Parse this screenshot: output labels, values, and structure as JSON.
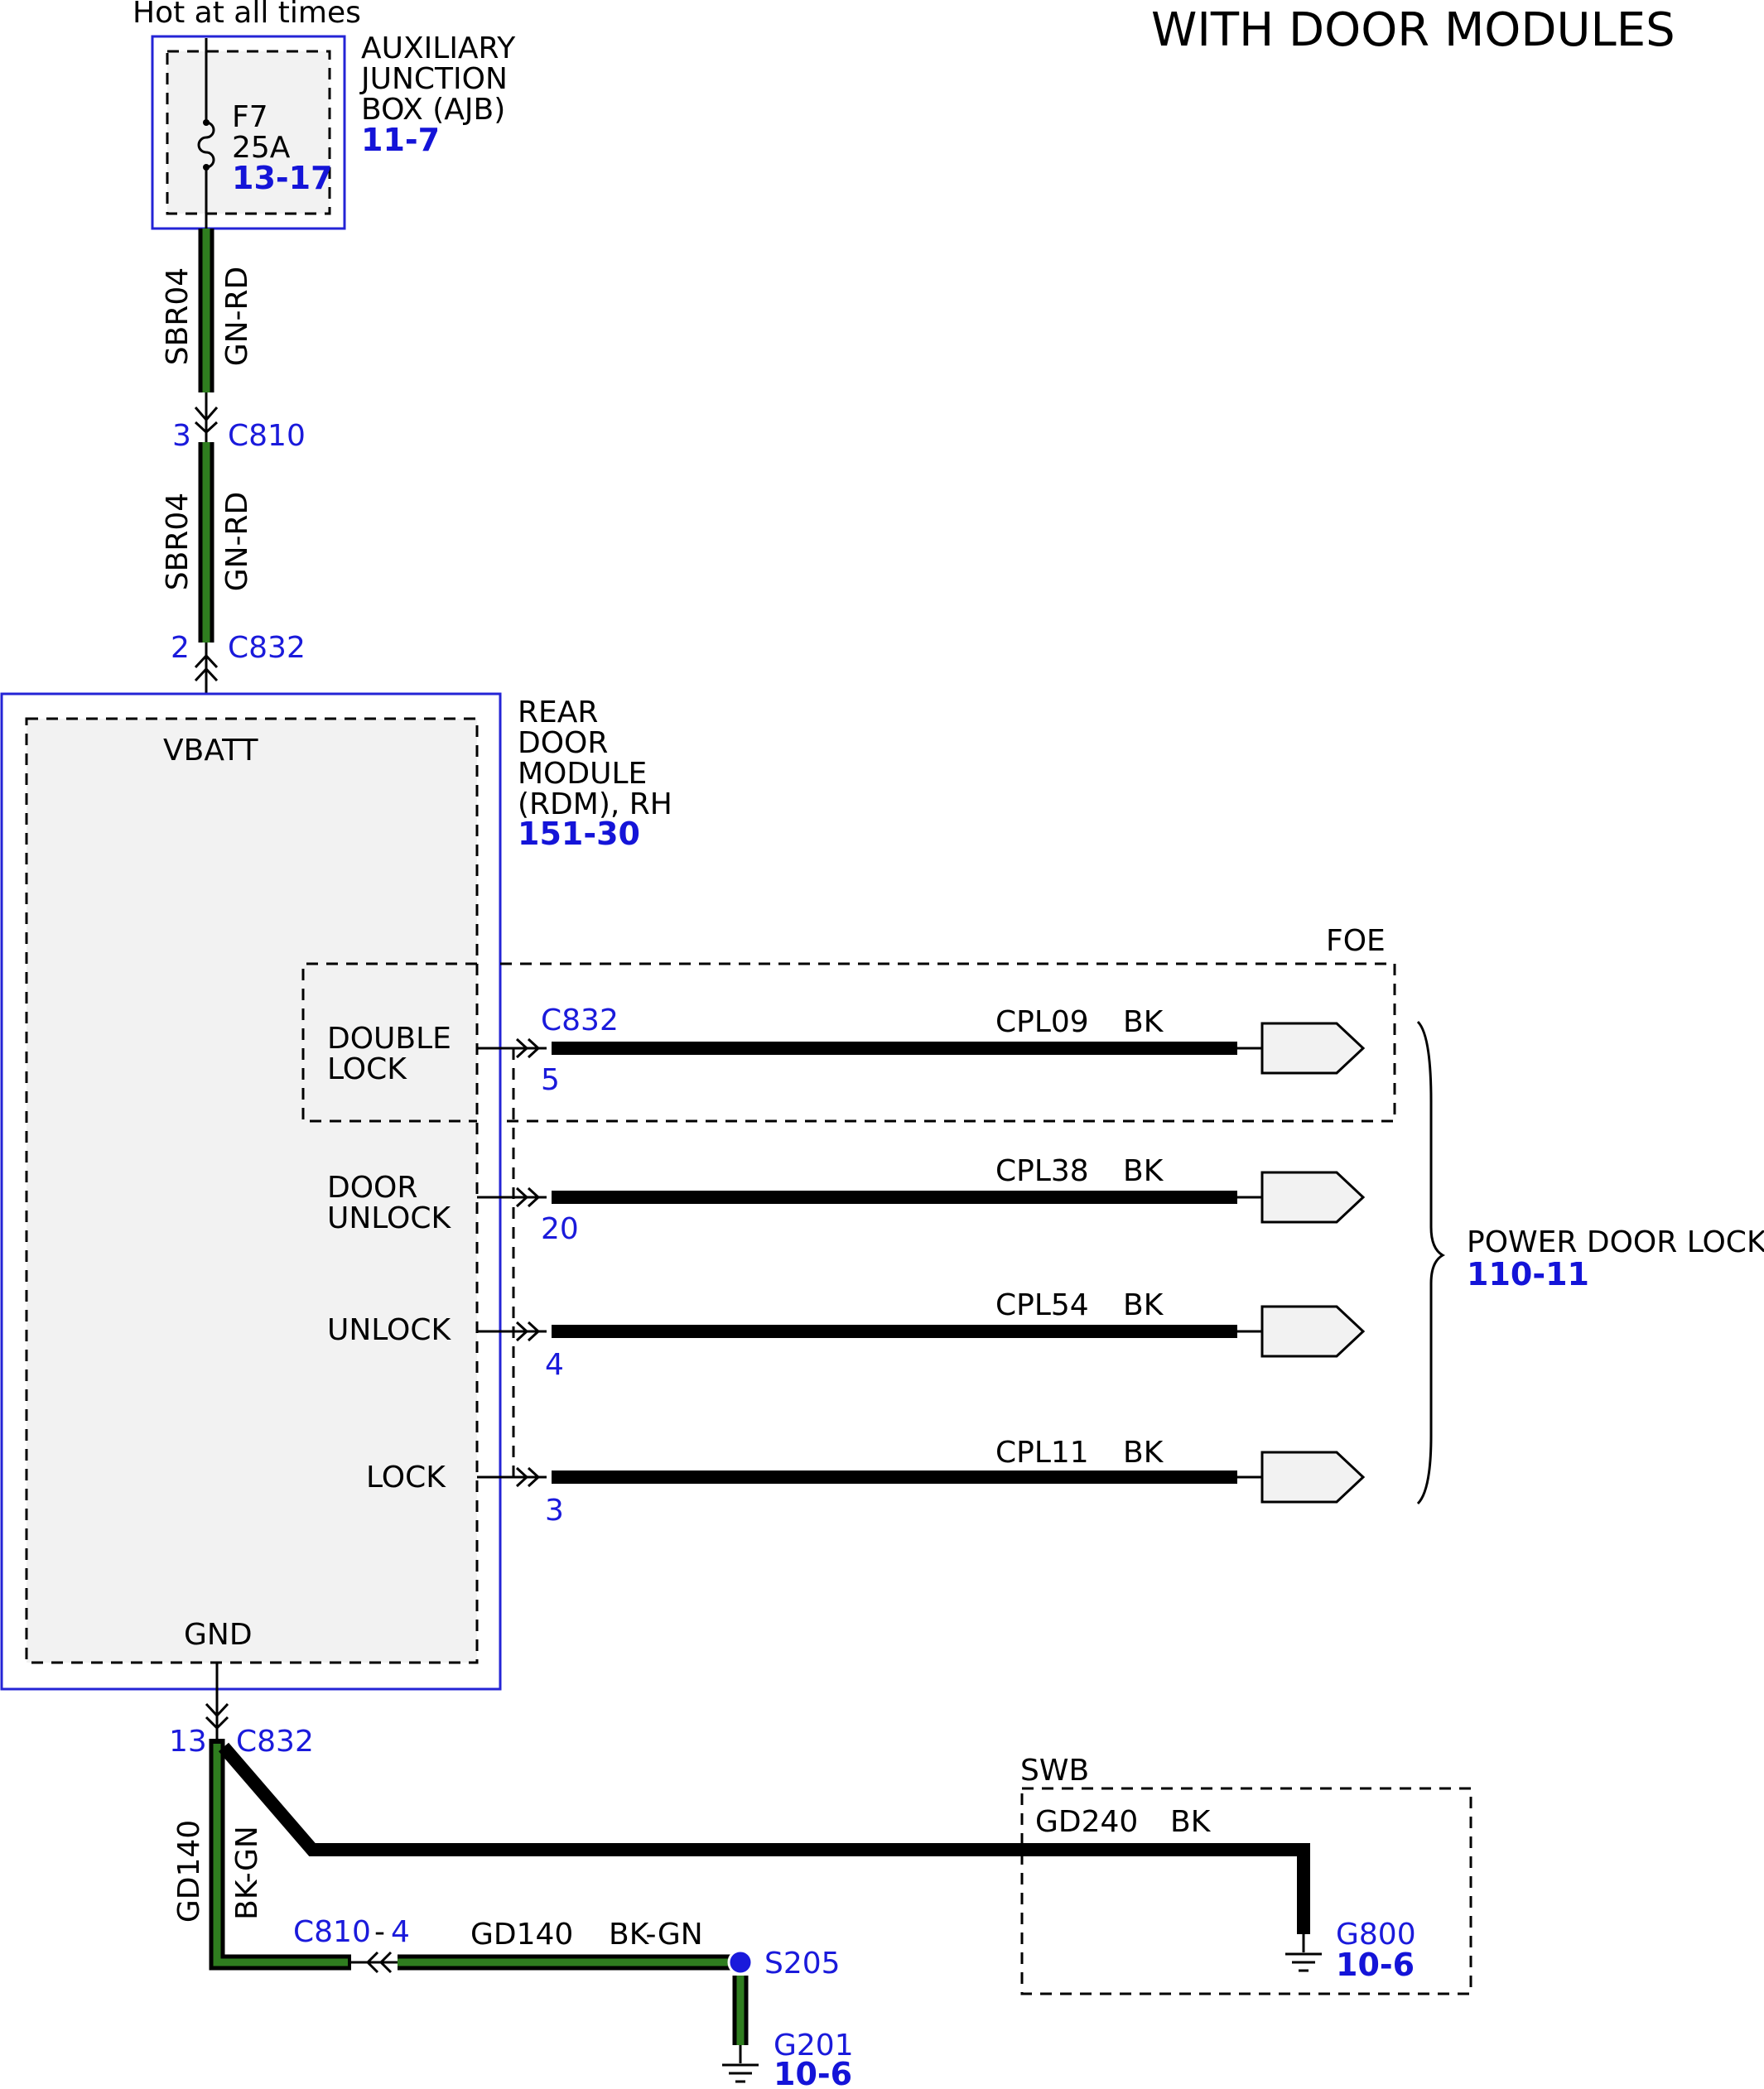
{
  "title": "WITH DOOR MODULES",
  "power_source": "Hot at all times",
  "ajb": {
    "name_lines": [
      "AUXILIARY",
      "JUNCTION",
      "BOX (AJB)"
    ],
    "ref": "11-7",
    "fuse": {
      "id": "F7",
      "rating": "25A",
      "ref": "13-17"
    }
  },
  "feed_wire": {
    "circuit": "SBR04",
    "color": "GN-RD"
  },
  "connectors": {
    "c810_top": {
      "pin": "3",
      "name": "C810"
    },
    "c832_top": {
      "pin": "2",
      "name": "C832"
    },
    "c832_gnd": {
      "pin": "13",
      "name": "C832"
    },
    "c810_gnd": {
      "name": "C810",
      "pin": "4",
      "separator": "-"
    }
  },
  "module": {
    "name_lines": [
      "REAR",
      "DOOR",
      "MODULE",
      "(RDM), RH"
    ],
    "ref": "151-30",
    "vbatt": "VBATT",
    "gnd": "GND"
  },
  "foe_label": "FOE",
  "output_connector": "C832",
  "outputs": [
    {
      "label_lines": [
        "DOUBLE",
        "LOCK"
      ],
      "pin": "5",
      "circuit": "CPL09",
      "color": "BK"
    },
    {
      "label_lines": [
        "DOOR",
        "UNLOCK"
      ],
      "pin": "20",
      "circuit": "CPL38",
      "color": "BK"
    },
    {
      "label_lines": [
        "UNLOCK"
      ],
      "pin": "4",
      "circuit": "CPL54",
      "color": "BK"
    },
    {
      "label_lines": [
        "LOCK"
      ],
      "pin": "3",
      "circuit": "CPL11",
      "color": "BK"
    }
  ],
  "destination": {
    "name": "POWER DOOR LOCKS",
    "ref": "110-11"
  },
  "ground_wire": {
    "circuit": "GD140",
    "color": "BK-GN"
  },
  "swb": {
    "label": "SWB",
    "circuit": "GD240",
    "color": "BK",
    "ground": "G800",
    "ground_ref": "10-6"
  },
  "splice": {
    "name": "S205"
  },
  "ground_g201": {
    "name": "G201",
    "ref": "10-6"
  }
}
